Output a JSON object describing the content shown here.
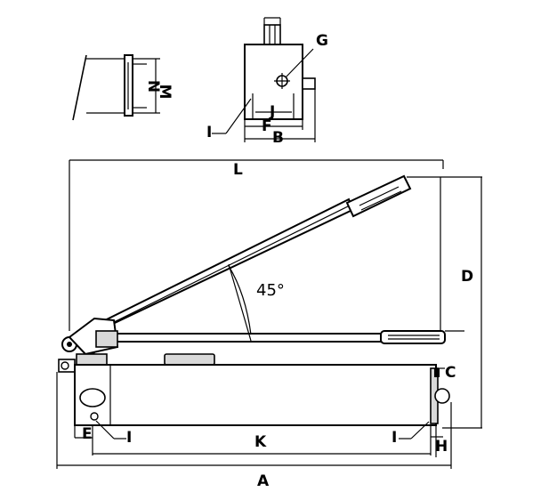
{
  "labels": {
    "L": "L",
    "D": "D",
    "C": "C",
    "H": "H",
    "A": "A",
    "K": "K",
    "E": "E",
    "I_bottom_left": "I",
    "I_bottom_right": "I",
    "G": "G",
    "I_top": "I",
    "J": "J",
    "F": "F",
    "B": "B",
    "N": "N",
    "M": "M"
  },
  "angle": "45°"
}
